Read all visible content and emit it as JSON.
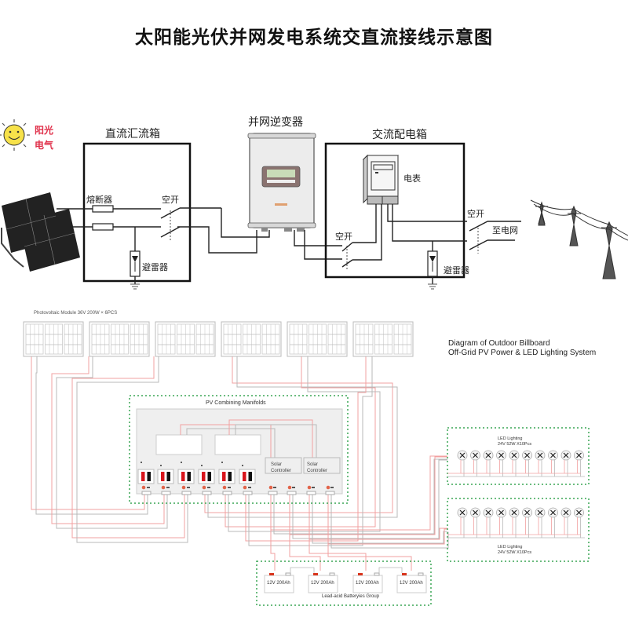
{
  "title": "太阳能光伏并网发电系统交直流接线示意图",
  "top_diagram": {
    "sun_label_1": "阳光",
    "sun_label_2": "电气",
    "dc_combiner_box": "直流汇流箱",
    "fuse": "熔断器",
    "dc_breaker": "空开",
    "dc_surge_arrester": "避雷器",
    "inverter": "并网逆变器",
    "ac_distribution_box": "交流配电箱",
    "meter": "电表",
    "ac_breaker_left": "空开",
    "ac_breaker_right": "空开",
    "to_grid": "至电网",
    "ac_surge_arrester": "避雷器"
  },
  "bottom_diagram": {
    "module_label": "Photovoltaic Module   36V  200W × 6PCS",
    "title_line_1": "Diagram of Outdoor Billboard",
    "title_line_2": "Off-Grid PV Power & LED Lighting System",
    "manifold_title": "PV Combining Manifolds",
    "controllers": [
      "Solar Controller",
      "Solar Controller"
    ],
    "controller_line_1": "Solar",
    "controller_line_2": "Controller",
    "led_group_top": {
      "line_1": "LED Lighting",
      "line_2": "24V 52W X10Pcs",
      "count": 10
    },
    "led_group_bottom": {
      "line_1": "LED Lighting",
      "line_2": "24V 52W X10Pcs",
      "count": 10
    },
    "batteries": [
      "12V 200Ah",
      "12V 200Ah",
      "12V 200Ah",
      "12V 200Ah"
    ],
    "battery_group_label": "Lead-acid Batteryies Group",
    "pv_module_count": 6,
    "breaker_count": 6
  },
  "colors": {
    "wire_positive": "#f2a0a0",
    "wire_negative": "#b8b8b8",
    "group_border": "#3aa655",
    "terminal_red": "#d8141c",
    "terminal_black": "#111111",
    "sun_label": "#e0304a"
  }
}
